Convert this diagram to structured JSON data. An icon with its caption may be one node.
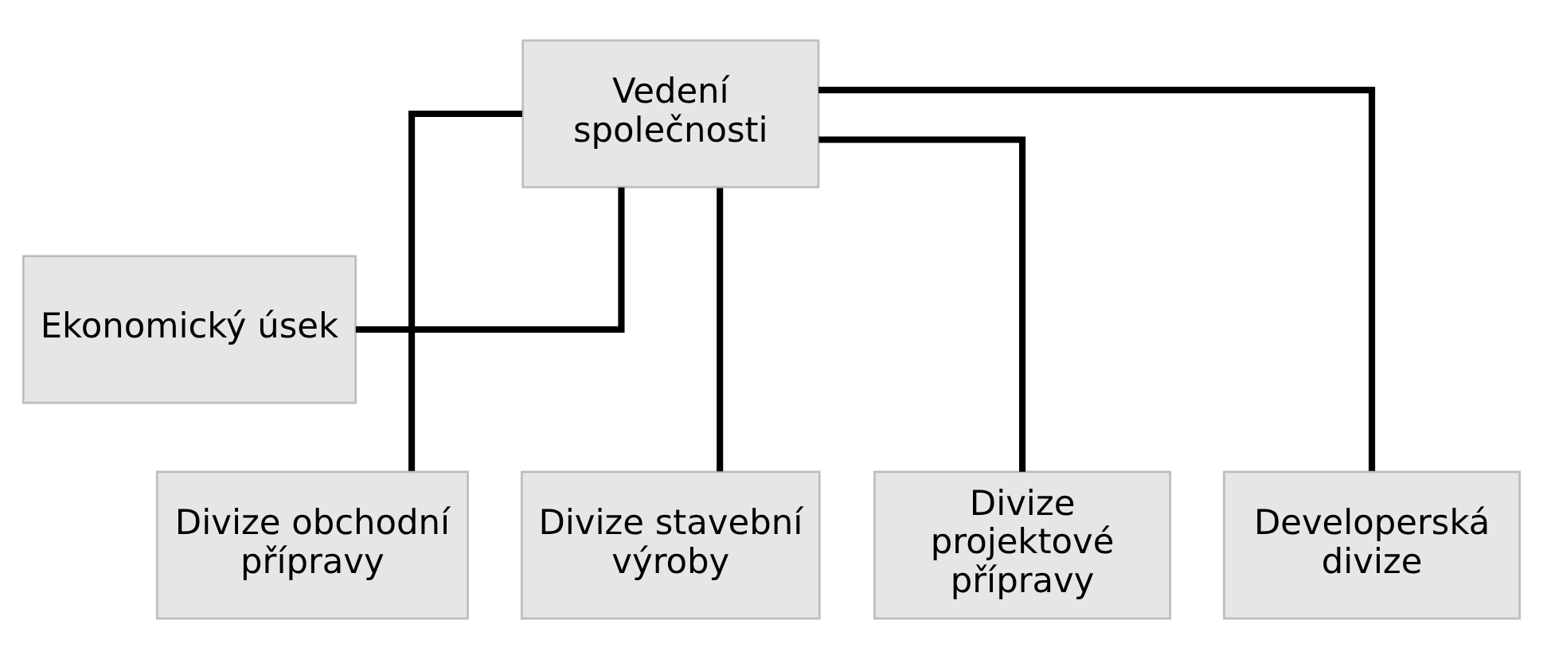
{
  "diagram": {
    "nodes": [
      {
        "text": [
          "Vedení společnosti"
        ]
      },
      {
        "text": [
          "Ekonomický úsek"
        ]
      },
      {
        "text": [
          "Divize obchodní přípravy"
        ]
      },
      {
        "text": [
          "Divize stavební výroby"
        ]
      },
      {
        "text": [
          "Divize projektové přípravy"
        ]
      },
      {
        "text": [
          "Developerská divize"
        ]
      }
    ],
    "edges": [
      {
        "from": 0,
        "to": 1,
        "arrow": "none"
      },
      {
        "from": 0,
        "to": 2,
        "arrow": "none"
      },
      {
        "from": 0,
        "to": 3,
        "arrow": "none"
      },
      {
        "from": 0,
        "to": 4,
        "arrow": "none"
      },
      {
        "from": 0,
        "to": 5,
        "arrow": "none"
      }
    ]
  }
}
